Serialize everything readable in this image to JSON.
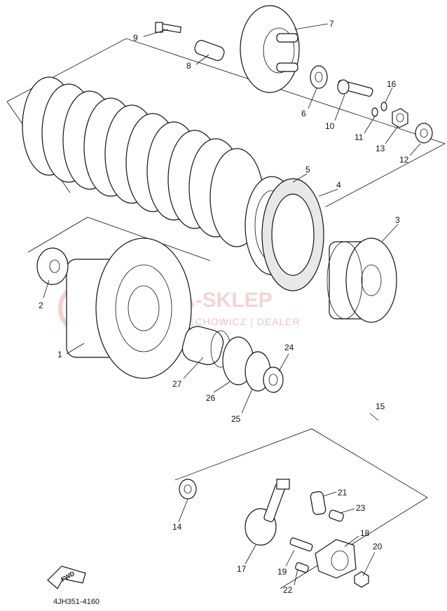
{
  "diagram": {
    "code": "4JH351-4160",
    "fwd_label": "FWD",
    "watermark": {
      "main": "MA-SKLEP",
      "sub": "WOJCIECHOWICZ | DEALER"
    },
    "callouts": [
      {
        "id": "1",
        "text": "1"
      },
      {
        "id": "2",
        "text": "2"
      },
      {
        "id": "3",
        "text": "3"
      },
      {
        "id": "4",
        "text": "4"
      },
      {
        "id": "5",
        "text": "5"
      },
      {
        "id": "6",
        "text": "6"
      },
      {
        "id": "7",
        "text": "7"
      },
      {
        "id": "8",
        "text": "8"
      },
      {
        "id": "9",
        "text": "9"
      },
      {
        "id": "10",
        "text": "10"
      },
      {
        "id": "11",
        "text": "11"
      },
      {
        "id": "12",
        "text": "12"
      },
      {
        "id": "13",
        "text": "13"
      },
      {
        "id": "14",
        "text": "14"
      },
      {
        "id": "15",
        "text": "15"
      },
      {
        "id": "16",
        "text": "16"
      },
      {
        "id": "17",
        "text": "17"
      },
      {
        "id": "18",
        "text": "18"
      },
      {
        "id": "19",
        "text": "19"
      },
      {
        "id": "20",
        "text": "20"
      },
      {
        "id": "21",
        "text": "21"
      },
      {
        "id": "22",
        "text": "22"
      },
      {
        "id": "23",
        "text": "23"
      },
      {
        "id": "24",
        "text": "24"
      },
      {
        "id": "25",
        "text": "25"
      },
      {
        "id": "26",
        "text": "26"
      },
      {
        "id": "27",
        "text": "27"
      }
    ]
  }
}
